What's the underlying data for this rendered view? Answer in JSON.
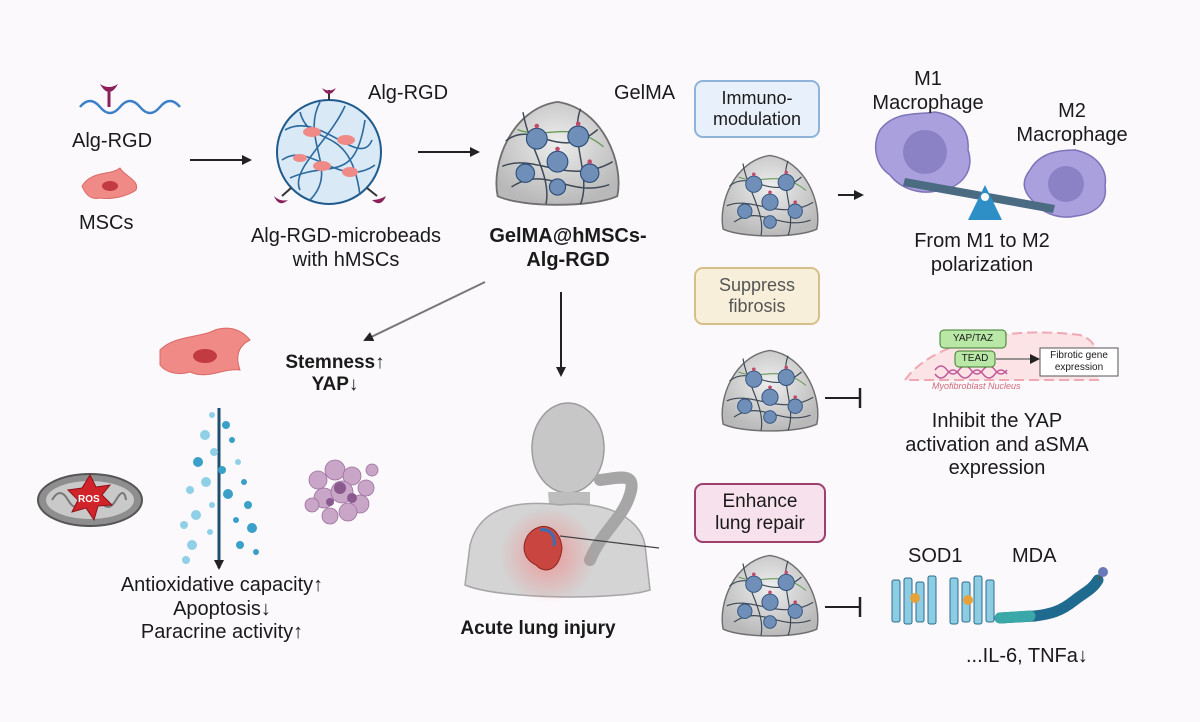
{
  "diagram": {
    "alg_rgd_label": "Alg-RGD",
    "mscs_label": "MSCs",
    "bead_top_label": "Alg-RGD",
    "bead_caption_1": "Alg-RGD-microbeads",
    "bead_caption_2": "with hMSCs",
    "gelma_label": "GelMA",
    "gelma_caption_1": "GelMA@hMSCs-",
    "gelma_caption_2": "Alg-RGD",
    "stemness": "Stemness↑",
    "yap": "YAP↓",
    "ros_label": "ROS",
    "effects": [
      "Antioxidative capacity↑",
      "Apoptosis↓",
      "Paracrine activity↑"
    ],
    "acute_lung_injury": "Acute lung injury",
    "immuno_box": [
      "Immuno-",
      "modulation"
    ],
    "suppress_box": [
      "Suppress",
      "fibrosis"
    ],
    "enhance_box": [
      "Enhance",
      "lung repair"
    ],
    "m1_label": [
      "M1",
      "Macrophage"
    ],
    "m2_label": [
      "M2",
      "Macrophage"
    ],
    "polarization_text": [
      "From M1 to M2",
      "polarization"
    ],
    "yap_taz": "YAP/TAZ",
    "tead": "TEAD",
    "fibrotic_gene": [
      "Fibrotic gene",
      "expression"
    ],
    "nucleus_label": "Myofibroblast Nucleus",
    "inhibit_text": [
      "Inhibit the YAP",
      "activation and aSMA",
      "expression"
    ],
    "sod1": "SOD1",
    "mda": "MDA",
    "cytokines": "...IL-6, TNFa↓"
  },
  "colors": {
    "immuno_border": "#8fb3d9",
    "immuno_fill": "#e8f1fb",
    "suppress_border": "#d6c08a",
    "suppress_fill": "#f7efd9",
    "enhance_border": "#9e3f6e",
    "enhance_fill": "#f7e1ec",
    "macrophage": "#a9a0dd",
    "seesaw": "#2e8fc7",
    "sod1": "#8ccde4",
    "mda": "#1f6a8f"
  }
}
